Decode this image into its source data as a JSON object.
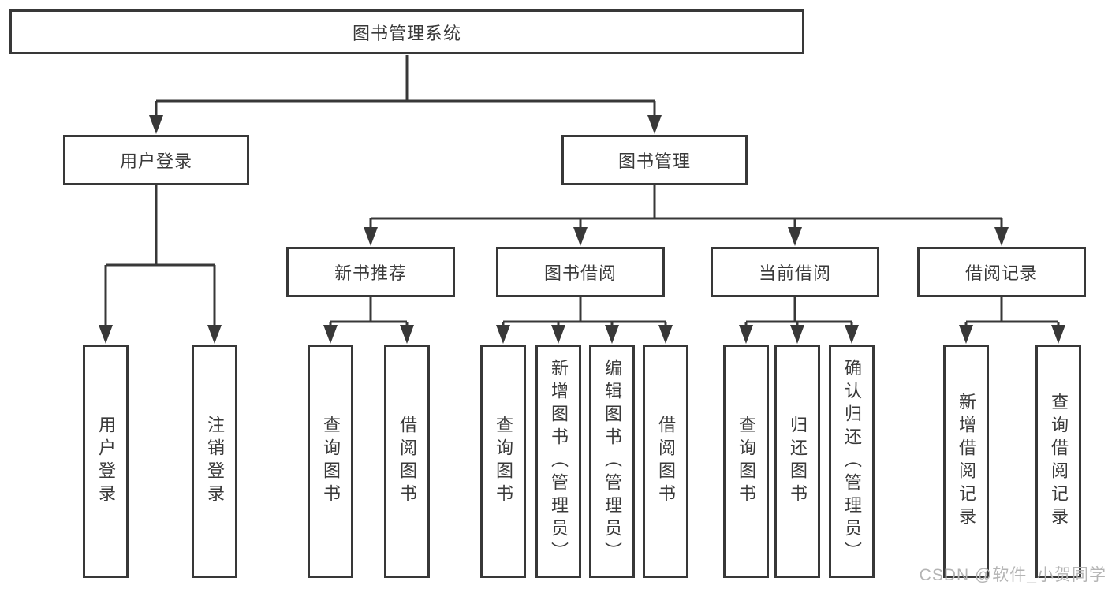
{
  "colors": {
    "line": "#383838",
    "box_border": "#383838",
    "box_fill": "#ffffff",
    "text": "#3a3a3a",
    "watermark": "#b4b4b4"
  },
  "tree": {
    "root": {
      "label": "图书管理系统"
    },
    "branches": [
      {
        "label": "用户登录",
        "children": [
          {
            "label": "用户登录"
          },
          {
            "label": "注销登录"
          }
        ]
      },
      {
        "label": "图书管理",
        "children": [
          {
            "label": "新书推荐",
            "children": [
              {
                "label": "查询图书"
              },
              {
                "label": "借阅图书"
              }
            ]
          },
          {
            "label": "图书借阅",
            "children": [
              {
                "label": "查询图书"
              },
              {
                "label": "新增图书（管理员）"
              },
              {
                "label": "编辑图书（管理员）"
              },
              {
                "label": "借阅图书"
              }
            ]
          },
          {
            "label": "当前借阅",
            "children": [
              {
                "label": "查询图书"
              },
              {
                "label": "归还图书"
              },
              {
                "label": "确认归还（管理员）"
              }
            ]
          },
          {
            "label": "借阅记录",
            "children": [
              {
                "label": "新增借阅记录"
              },
              {
                "label": "查询借阅记录"
              }
            ]
          }
        ]
      }
    ]
  },
  "watermark": {
    "text": "CSDN @软件_小贺同学"
  }
}
